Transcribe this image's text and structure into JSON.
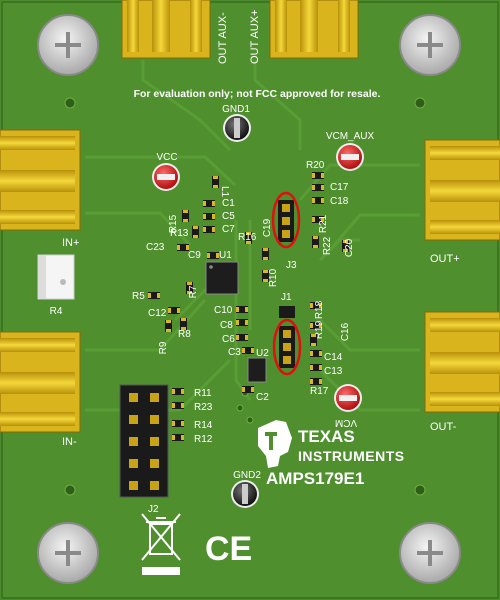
{
  "board": {
    "notice": "For evaluation only; not FCC approved for resale.",
    "part_number": "AMPS179E1",
    "brand_line1": "TEXAS",
    "brand_line2": "INSTRUMENTS",
    "ce_mark": "CE",
    "colors": {
      "pcb": "#4a8a2a",
      "silk": "#ffffff",
      "gold": "#e8c020",
      "header": "#1a1a1a",
      "testpoint_red": "#e02020",
      "highlight": "#e01010"
    }
  },
  "connectors": {
    "out_aux_minus": "OUT AUX-",
    "out_aux_plus": "OUT AUX+",
    "in_plus": "IN+",
    "in_minus": "IN-",
    "out_plus": "OUT+",
    "out_minus": "OUT-"
  },
  "testpoints": {
    "gnd1": "GND1",
    "gnd2": "GND2",
    "vcc": "VCC",
    "vcm_aux": "VCM_AUX",
    "vcm": "VCM"
  },
  "refdes": {
    "l1": "L1",
    "c1": "C1",
    "c5": "C5",
    "c7": "C7",
    "r15": "R15",
    "r13": "R13",
    "r16": "R16",
    "c23": "C23",
    "c9": "C9",
    "u1": "U1",
    "c19": "C19",
    "r20": "R20",
    "c17": "C17",
    "c18": "C18",
    "r21": "R21",
    "r22": "R22",
    "c20": "C20",
    "j3": "J3",
    "r10": "R10",
    "r4": "R4",
    "r5": "R5",
    "r7": "R7",
    "c12": "C12",
    "r9": "R9",
    "r8": "R8",
    "c10": "C10",
    "c8": "C8",
    "c6": "C6",
    "c3": "C3",
    "u2": "U2",
    "c2": "C2",
    "j1": "J1",
    "r18": "R18",
    "r19": "R19",
    "c16": "C16",
    "c14": "C14",
    "c13": "C13",
    "r17": "R17",
    "r11": "R11",
    "r23": "R23",
    "r14": "R14",
    "r12": "R12",
    "j2": "J2"
  }
}
